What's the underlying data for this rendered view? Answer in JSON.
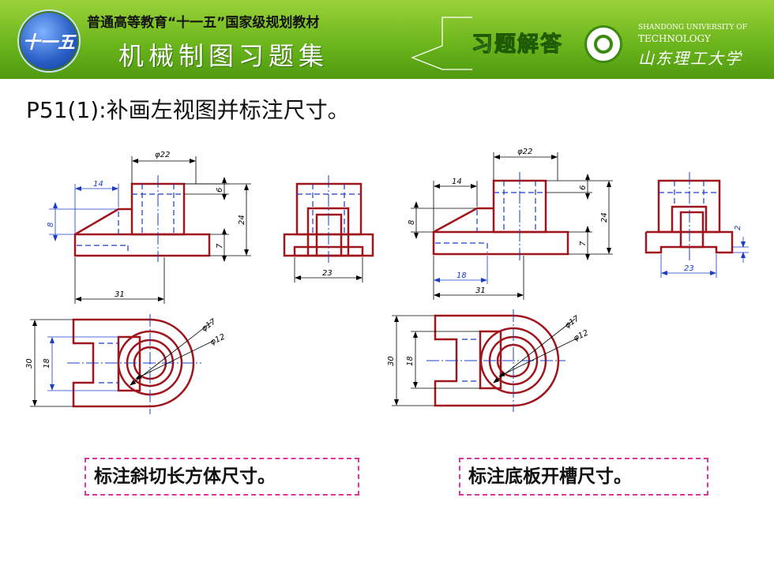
{
  "header": {
    "logo_text": "十一五",
    "series": "普通高等教育“十一五”国家级规划教材",
    "book_title": "机械制图习题集",
    "answer_label": "习题解答",
    "university_en_line1": "SHANDONG UNIVERSITY OF",
    "university_en_line2": "TECHNOLOGY",
    "university_cn": "山东理工大学"
  },
  "page_title": "P51(1):补画左视图并标注尺寸。",
  "left_drawing": {
    "phi22": "φ22",
    "d14": "14",
    "d8": "8",
    "d6": "6",
    "d24": "24",
    "d7": "7",
    "d31": "31",
    "d23": "23",
    "phi17": "φ17",
    "phi12": "φ12",
    "d30": "30",
    "d18": "18"
  },
  "right_drawing": {
    "phi22": "φ22",
    "d14": "14",
    "d8": "8",
    "d6": "6",
    "d24": "24",
    "d7": "7",
    "d18": "18",
    "d31": "31",
    "d23": "23",
    "d2": "2",
    "phi17": "φ17",
    "phi12": "φ12",
    "d30": "30",
    "d18b": "18"
  },
  "notes": {
    "left": "标注斜切长方体尺寸。",
    "right": "标注底板开槽尺寸。"
  },
  "colors": {
    "outline": "#a0141c",
    "dimension": "#000000",
    "added_dimension": "#1a3cc8",
    "center_line": "#1a3cc8",
    "note_border": "#e0359a"
  }
}
